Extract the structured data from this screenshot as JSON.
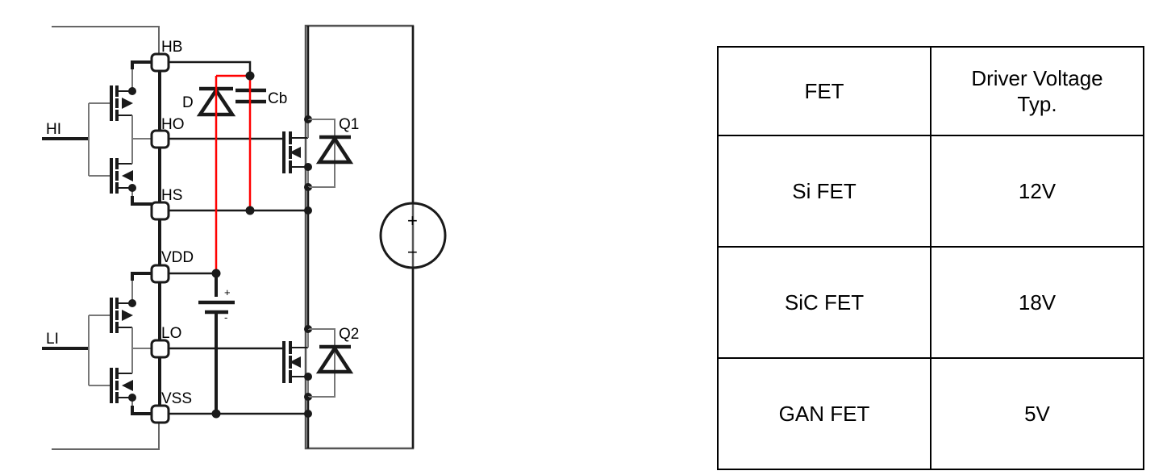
{
  "schematic": {
    "pins": [
      {
        "id": "HB",
        "label": "HB"
      },
      {
        "id": "HO",
        "label": "HO"
      },
      {
        "id": "HS",
        "label": "HS"
      },
      {
        "id": "VDD",
        "label": "VDD"
      },
      {
        "id": "LO",
        "label": "LO"
      },
      {
        "id": "VSS",
        "label": "VSS"
      }
    ],
    "inputs": [
      {
        "id": "HI",
        "label": "HI"
      },
      {
        "id": "LI",
        "label": "LI"
      }
    ],
    "components": [
      {
        "id": "D",
        "label": "D",
        "type": "bootstrap-diode"
      },
      {
        "id": "Cb",
        "label": "Cb",
        "type": "bootstrap-capacitor"
      },
      {
        "id": "Q1",
        "label": "Q1",
        "type": "power-mosfet-high-side"
      },
      {
        "id": "Q2",
        "label": "Q2",
        "type": "power-mosfet-low-side"
      }
    ],
    "source_plus": "+",
    "source_minus": "−",
    "vdd_supply_plus": "+",
    "vdd_supply_minus": "-",
    "colors": {
      "wire": "#1a1a1a",
      "outline": "#555555",
      "highlight": "#ff0000"
    }
  },
  "table": {
    "columns": [
      "FET",
      "Driver Voltage Typ."
    ],
    "header": [
      {
        "line1": "FET",
        "line2": ""
      },
      {
        "line1": "Driver Voltage",
        "line2": "Typ."
      }
    ],
    "rows": [
      {
        "fet": "Si FET",
        "voltage": "12V"
      },
      {
        "fet": "SiC FET",
        "voltage": "18V"
      },
      {
        "fet": "GAN FET",
        "voltage": "5V"
      }
    ]
  }
}
